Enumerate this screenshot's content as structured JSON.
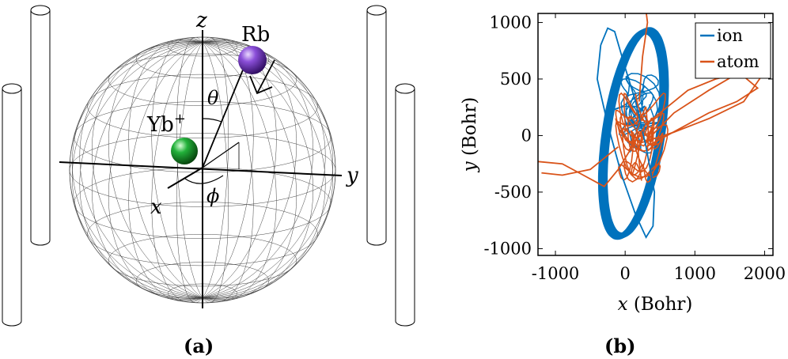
{
  "panel_a": {
    "caption": "(a)",
    "axis_labels": {
      "x": "x",
      "y": "y",
      "z": "z"
    },
    "angle_labels": {
      "theta": "θ",
      "phi": "ϕ"
    },
    "atoms": {
      "rb": {
        "label": "Rb",
        "color": "#7a3fc2"
      },
      "yb": {
        "label": "Yb",
        "charge": "+",
        "color": "#1a9a2a"
      }
    }
  },
  "panel_b": {
    "caption": "(b)",
    "colors": {
      "ion": "#0072bd",
      "atom": "#d95319"
    }
  },
  "chart_data": {
    "type": "line",
    "xlabel_var": "x",
    "xlabel_unit": "(Bohr)",
    "ylabel_var": "y",
    "ylabel_unit": "(Bohr)",
    "xlim": [
      -1250,
      2120
    ],
    "ylim": [
      -1060,
      1080
    ],
    "xticks": [
      -1000,
      0,
      1000,
      2000
    ],
    "xtick_labels": [
      "-1000",
      "0",
      "1000",
      "2000"
    ],
    "yticks": [
      -1000,
      -500,
      0,
      500,
      1000
    ],
    "ytick_labels": [
      "-1000",
      "-500",
      "0",
      "500",
      "1000"
    ],
    "legend_position": "top-right",
    "series": [
      {
        "name": "ion",
        "values": [
          [
            -350,
            800
          ],
          [
            -250,
            950
          ],
          [
            -150,
            920
          ],
          [
            0,
            600
          ],
          [
            150,
            300
          ],
          [
            300,
            -100
          ],
          [
            420,
            -500
          ],
          [
            400,
            -800
          ],
          [
            300,
            -900
          ],
          [
            150,
            -700
          ],
          [
            -50,
            -350
          ],
          [
            -250,
            100
          ],
          [
            -400,
            500
          ],
          [
            -350,
            800
          ]
        ]
      },
      {
        "name": "atom",
        "values": [
          [
            -1250,
            -230
          ],
          [
            -900,
            -250
          ],
          [
            -600,
            -350
          ],
          [
            -300,
            -450
          ],
          [
            -100,
            -300
          ],
          [
            100,
            -100
          ],
          [
            300,
            100
          ],
          [
            600,
            250
          ],
          [
            900,
            400
          ],
          [
            1300,
            500
          ],
          [
            1650,
            550
          ],
          [
            1900,
            420
          ],
          [
            1600,
            300
          ],
          [
            1200,
            200
          ],
          [
            900,
            100
          ],
          [
            600,
            0
          ],
          [
            300,
            -100
          ]
        ]
      }
    ]
  }
}
